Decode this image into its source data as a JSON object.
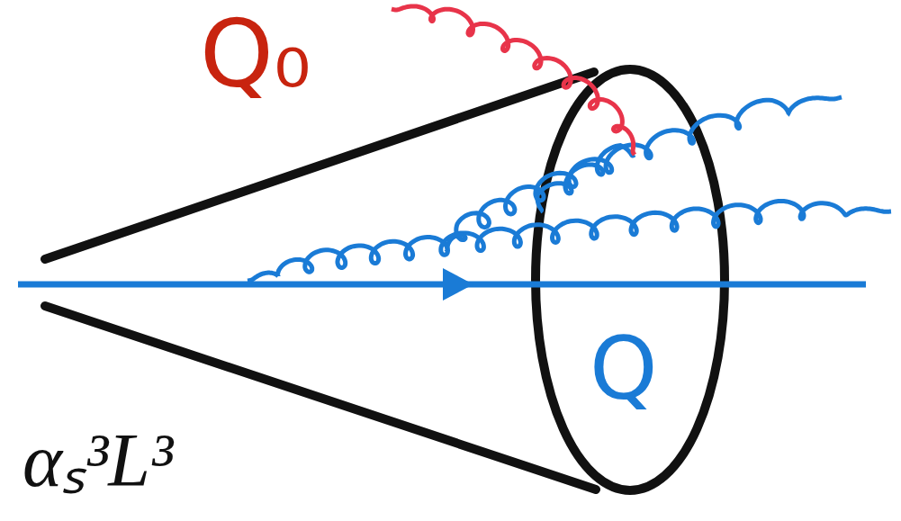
{
  "diagram": {
    "labels": [
      "Q₀",
      "Q",
      "αₛ³L³"
    ]
  }
}
